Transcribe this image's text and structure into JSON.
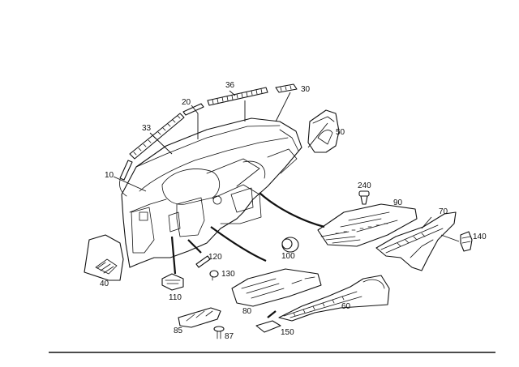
{
  "diagram": {
    "callouts": [
      {
        "id": "c36",
        "text": "36"
      },
      {
        "id": "c30",
        "text": "30"
      },
      {
        "id": "c20",
        "text": "20"
      },
      {
        "id": "c33",
        "text": "33"
      },
      {
        "id": "c50",
        "text": "50"
      },
      {
        "id": "c10",
        "text": "10"
      },
      {
        "id": "c240",
        "text": "240"
      },
      {
        "id": "c90",
        "text": "90"
      },
      {
        "id": "c70",
        "text": "70"
      },
      {
        "id": "c140",
        "text": "140"
      },
      {
        "id": "c100",
        "text": "100"
      },
      {
        "id": "c120",
        "text": "120"
      },
      {
        "id": "c130",
        "text": "130"
      },
      {
        "id": "c40",
        "text": "40"
      },
      {
        "id": "c110",
        "text": "110"
      },
      {
        "id": "c80",
        "text": "80"
      },
      {
        "id": "c60",
        "text": "60"
      },
      {
        "id": "c85",
        "text": "85"
      },
      {
        "id": "c87",
        "text": "87"
      },
      {
        "id": "c150",
        "text": "150"
      }
    ]
  }
}
